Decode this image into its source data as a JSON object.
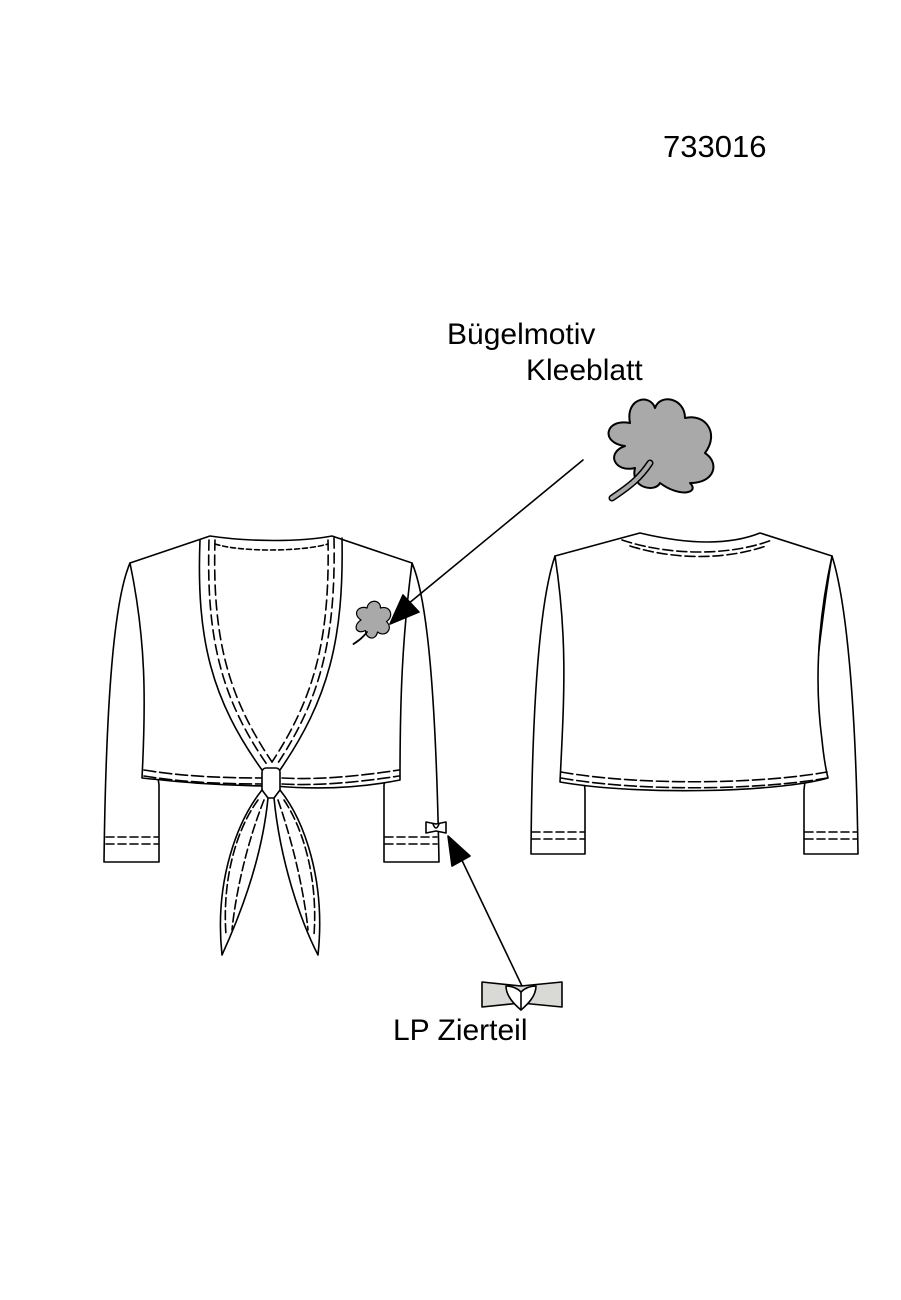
{
  "style_number": "733016",
  "callouts": {
    "motif": {
      "line1": "Bügelmotiv",
      "line2": "Kleeblatt"
    },
    "trim": {
      "label": "LP Zierteil"
    }
  },
  "colors": {
    "line": "#000000",
    "motif_fill": "#a9a9a9",
    "trim_fill": "#d9d9d6",
    "background": "#ffffff"
  }
}
